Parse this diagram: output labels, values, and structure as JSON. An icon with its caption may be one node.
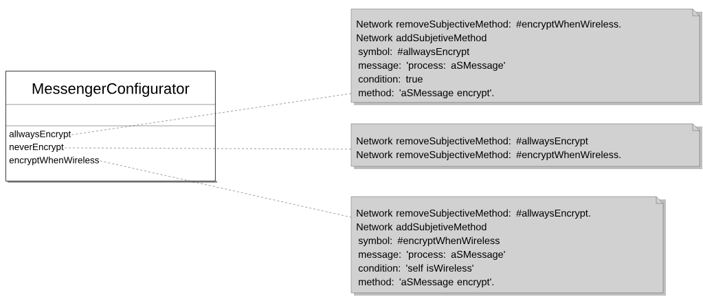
{
  "diagram": {
    "nodes": [
      {
        "text": [
          "MessengerConfigurator"
        ]
      },
      {
        "text": [
          "allwaysEncrypt"
        ],
        "in": 0
      },
      {
        "text": [
          "neverEncrypt"
        ],
        "in": 0
      },
      {
        "text": [
          "encryptWhenWireless"
        ],
        "in": 0
      },
      {
        "text": [
          "Network removeSubjectiveMethod: #encryptWhenWireless.",
          "Network addSubjetiveMethod",
          "symbol: #allwaysEncrypt",
          "message: 'process: aSMessage'",
          "condition: true",
          "method: 'aSMessage encrypt'."
        ]
      },
      {
        "text": [
          "Network removeSubjectiveMethod: #allwaysEncrypt",
          "Network removeSubjectiveMethod: #encryptWhenWireless."
        ]
      },
      {
        "text": [
          "Network removeSubjectiveMethod: #allwaysEncrypt.",
          "Network addSubjetiveMethod",
          "symbol: #encryptWhenWireless",
          "message: 'process: aSMessage'",
          "condition: 'self isWireless'",
          "method: 'aSMessage encrypt'."
        ]
      }
    ],
    "edges": [
      {
        "from": 1,
        "to": 4,
        "arrow": "none",
        "style": "dashed"
      },
      {
        "from": 2,
        "to": 5,
        "arrow": "none",
        "style": "dashed"
      },
      {
        "from": 3,
        "to": 6,
        "arrow": "none",
        "style": "dashed"
      }
    ]
  }
}
